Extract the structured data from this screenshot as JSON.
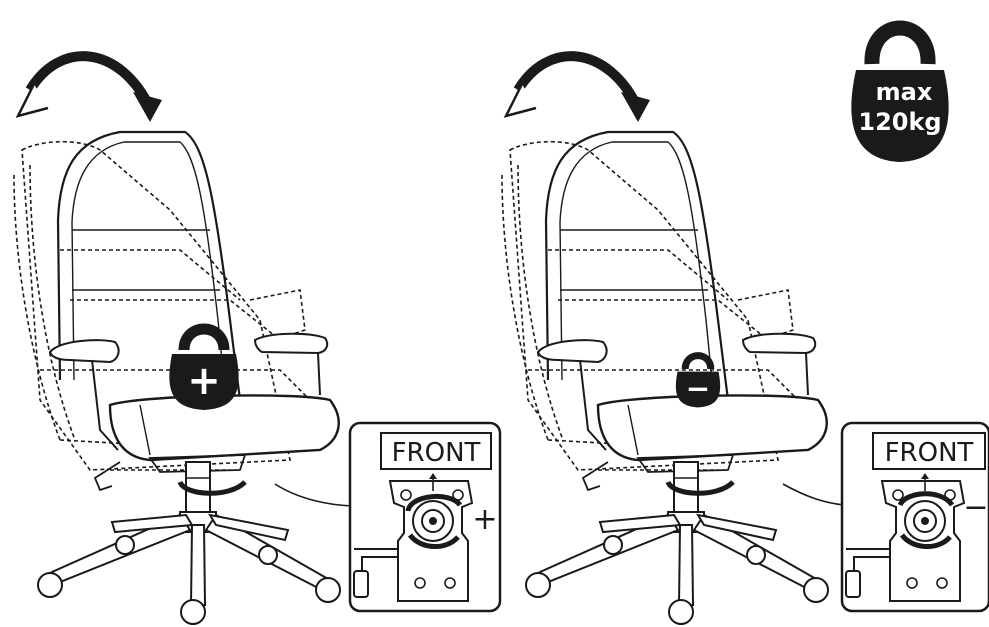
{
  "weight_badge": {
    "line1": "max",
    "line2": "120kg"
  },
  "panels": [
    {
      "front_label": "FRONT",
      "adjust_symbol": "+",
      "weight_symbol": "+"
    },
    {
      "front_label": "FRONT",
      "adjust_symbol": "−",
      "weight_symbol": "−"
    }
  ],
  "colors": {
    "ink": "#1a1a1a",
    "background": "#ffffff"
  }
}
